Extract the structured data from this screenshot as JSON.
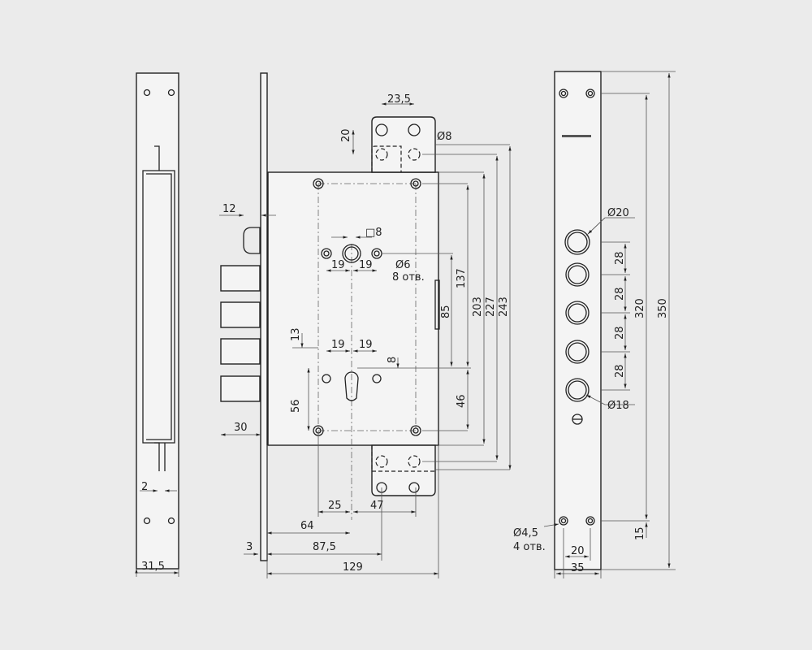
{
  "title": "Lock dimensional drawing",
  "strike_plate": {
    "width": "31,5",
    "gap": "2"
  },
  "lock_body": {
    "plate_hole_spacing": "23,5",
    "plate_hole_height": "20",
    "plate_hole_dia": "Ø8",
    "latch_offset": "12",
    "spindle_square": "□8",
    "screw_hole_dia": "Ø6",
    "screw_hole_count": "8 отв.",
    "spindle_left": "19",
    "spindle_right": "19",
    "cyl_left": "19",
    "cyl_right": "19",
    "d13": "13",
    "d8": "8",
    "d56": "56",
    "d30": "30",
    "d85": "85",
    "d137": "137",
    "d46": "46",
    "d203": "203",
    "d227": "227",
    "d243": "243",
    "d25": "25",
    "d47": "47",
    "d64": "64",
    "d3": "3",
    "d87_5": "87,5",
    "d129": "129"
  },
  "face_plate": {
    "hole_dia_top": "Ø20",
    "hole_dia_bottom": "Ø18",
    "spacing": [
      "28",
      "28",
      "28",
      "28"
    ],
    "d320": "320",
    "d350": "350",
    "d15": "15",
    "screw_dia": "Ø4,5",
    "screw_count": "4 отв.",
    "d20": "20",
    "d35": "35"
  }
}
